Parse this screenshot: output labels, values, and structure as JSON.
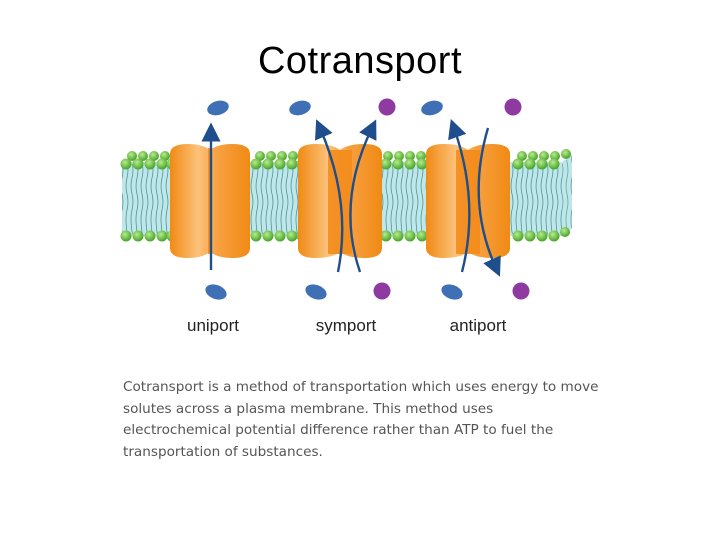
{
  "slide": {
    "title": "Cotransport",
    "description": "Cotransport is a method of transportation which uses energy to move solutes across a plasma membrane. This method uses electrochemical potential difference rather than ATP to fuel the transportation of substances."
  },
  "diagram": {
    "labels": {
      "uniport": "uniport",
      "symport": "symport",
      "antiport": "antiport"
    },
    "colors": {
      "protein": "#f7941d",
      "protein_light": "#fbb867",
      "lipid_head": "#6cc24a",
      "lipid_tail_bg": "#bfe6ea",
      "arrow": "#1f4e8c",
      "solute_blue": "#3f6fb5",
      "solute_purple": "#8e3aa0"
    }
  }
}
